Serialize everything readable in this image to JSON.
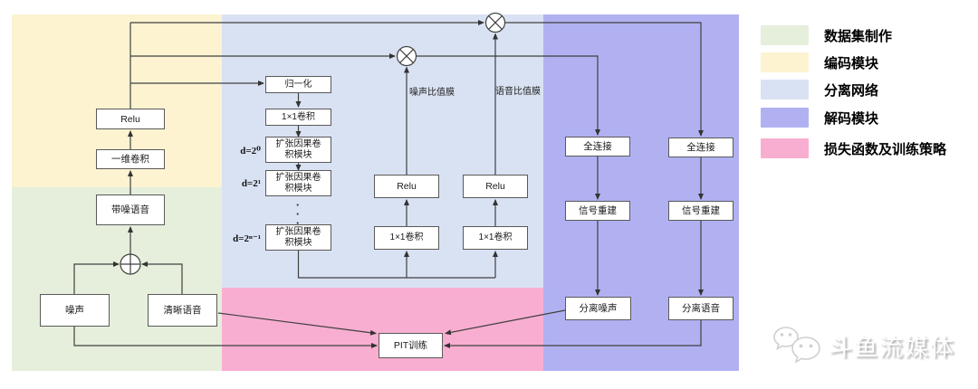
{
  "regions": {
    "dataset": {
      "name": "dataset-region",
      "color": "#e5efdc"
    },
    "encoder": {
      "name": "encoder-region",
      "color": "#fdf3d1"
    },
    "separation": {
      "name": "separation-region",
      "color": "#d9e2f3"
    },
    "decoder": {
      "name": "decoder-region",
      "color": "#b1b1f2"
    },
    "loss": {
      "name": "loss-region",
      "color": "#f8aed0"
    }
  },
  "nodes": {
    "relu_encoder": "Relu",
    "conv1d": "一维卷积",
    "noisy_speech": "带噪语音",
    "noise": "噪声",
    "clean_speech": "清晰语音",
    "norm": "归一化",
    "conv1x1_in": "1×1卷积",
    "dcc0": "扩张因果卷积模块",
    "dcc1": "扩张因果卷积模块",
    "dccn": "扩张因果卷积模块",
    "relu_noise": "Relu",
    "relu_speech": "Relu",
    "conv1x1_noise": "1×1卷积",
    "conv1x1_speech": "1×1卷积",
    "fc_noise": "全连接",
    "fc_speech": "全连接",
    "sigrec_noise": "信号重建",
    "sigrec_speech": "信号重建",
    "sep_noise": "分离噪声",
    "sep_speech": "分离语音",
    "pit": "PIT训练"
  },
  "labels": {
    "d0": "d=2⁰",
    "d1": "d=2¹",
    "dn": "d=2ⁿ⁻¹",
    "mask_noise": "噪声比值膜",
    "mask_speech": "语音比值膜",
    "dots": "·\n·\n·"
  },
  "legend": {
    "items": [
      {
        "label": "数据集制作",
        "color": "#e5efdc"
      },
      {
        "label": "编码模块",
        "color": "#fdf3d1"
      },
      {
        "label": "分离网络",
        "color": "#d9e2f3"
      },
      {
        "label": "解码模块",
        "color": "#b1b1f2"
      },
      {
        "label": "损失函数及训练策略",
        "color": "#f8aed0"
      }
    ]
  },
  "watermark": {
    "text": "斗鱼流媒体",
    "logo": "chat-bubbles-icon"
  }
}
